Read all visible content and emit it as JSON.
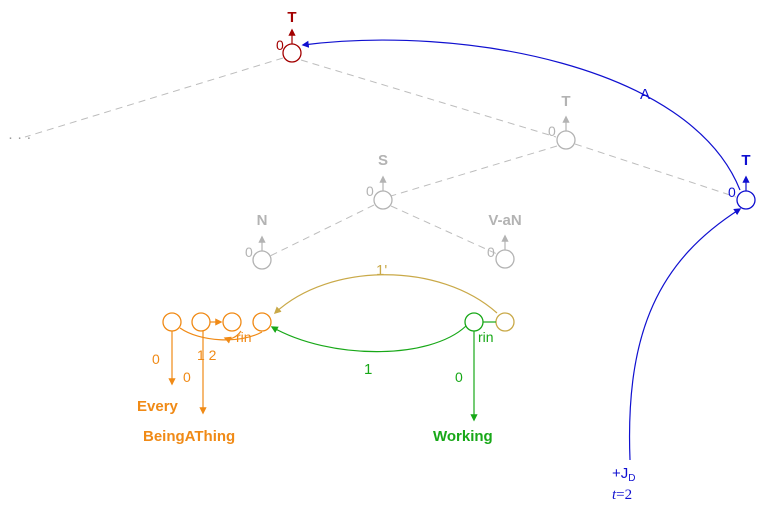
{
  "colors": {
    "red": "#a30000",
    "blue": "#1010d0",
    "grey": "#b3b3b3",
    "dash": "#bdbdbd",
    "orange": "#f08a16",
    "green": "#18a818",
    "olive": "#c9a948"
  },
  "tree": {
    "ellipsis": "· · ·",
    "top_t": {
      "label": "T",
      "index": "0"
    },
    "mid_t": {
      "label": "T",
      "index": "0"
    },
    "right_t": {
      "label": "T",
      "index": "0"
    },
    "s": {
      "label": "S",
      "index": "0"
    },
    "n": {
      "label": "N",
      "index": "0"
    },
    "vaN": {
      "label": "V-aN",
      "index": "0"
    }
  },
  "arc_a": {
    "label": "A"
  },
  "jd": {
    "prefix": "+J",
    "subscript": "D",
    "time_var": "t",
    "time_value": "=2"
  },
  "arc_1prime": {
    "label": "1'"
  },
  "arc_1": {
    "label": "1"
  },
  "orange_group": {
    "rin": "rin",
    "port_labels": "1 2",
    "edge_every": "0",
    "edge_being": "0",
    "word_every": "Every",
    "word_being": "BeingAThing"
  },
  "green_group": {
    "rin": "rin",
    "edge": "0",
    "word": "Working"
  }
}
